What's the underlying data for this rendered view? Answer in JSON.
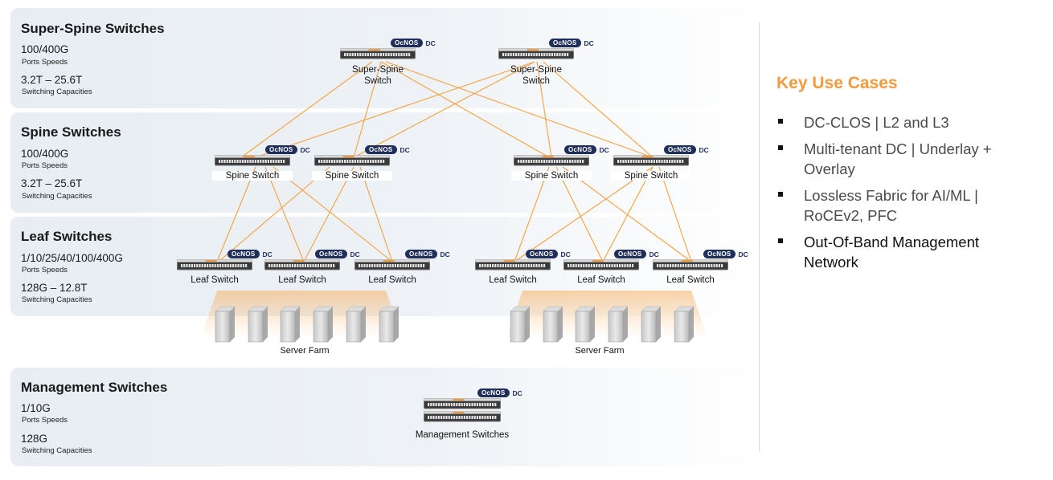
{
  "tiers": {
    "super_spine": {
      "title": "Super-Spine Switches",
      "speed": "100/400G",
      "speed_label": "Ports Speeds",
      "capacity": "3.2T – 25.6T",
      "capacity_label": "Switching Capacities"
    },
    "spine": {
      "title": "Spine Switches",
      "speed": "100/400G",
      "speed_label": "Ports Speeds",
      "capacity": "3.2T – 25.6T",
      "capacity_label": "Switching Capacities"
    },
    "leaf": {
      "title": "Leaf Switches",
      "speed": "1/10/25/40/100/400G",
      "speed_label": "Ports Speeds",
      "capacity": "128G – 12.8T",
      "capacity_label": "Switching Capacities"
    },
    "management": {
      "title": "Management Switches",
      "speed": "1/10G",
      "speed_label": "Ports Speeds",
      "capacity": "128G",
      "capacity_label": "Switching Capacities"
    }
  },
  "badge": {
    "os": "OcNOS",
    "suffix": "DC"
  },
  "switches": {
    "super_spine_1": "Super-Spine\nSwitch",
    "super_spine_2": "Super-Spine\nSwitch",
    "spine_1": "Spine Switch",
    "spine_2": "Spine Switch",
    "spine_3": "Spine Switch",
    "spine_4": "Spine Switch",
    "leaf_1": "Leaf Switch",
    "leaf_2": "Leaf Switch",
    "leaf_3": "Leaf Switch",
    "leaf_4": "Leaf Switch",
    "leaf_5": "Leaf Switch",
    "leaf_6": "Leaf Switch",
    "management": "Management Switches"
  },
  "server_farms": [
    "Server Farm",
    "Server Farm"
  ],
  "key_use_cases": {
    "title": "Key Use Cases",
    "items": [
      "DC-CLOS | L2 and L3",
      "Multi-tenant DC  | Underlay + Overlay",
      "Lossless Fabric for AI/ML | RoCEv2, PFC",
      "Out-Of-Band Management Network"
    ]
  },
  "colors": {
    "link": "#f5a040",
    "accent": "#f39a3c",
    "badge": "#1f2f5a"
  }
}
